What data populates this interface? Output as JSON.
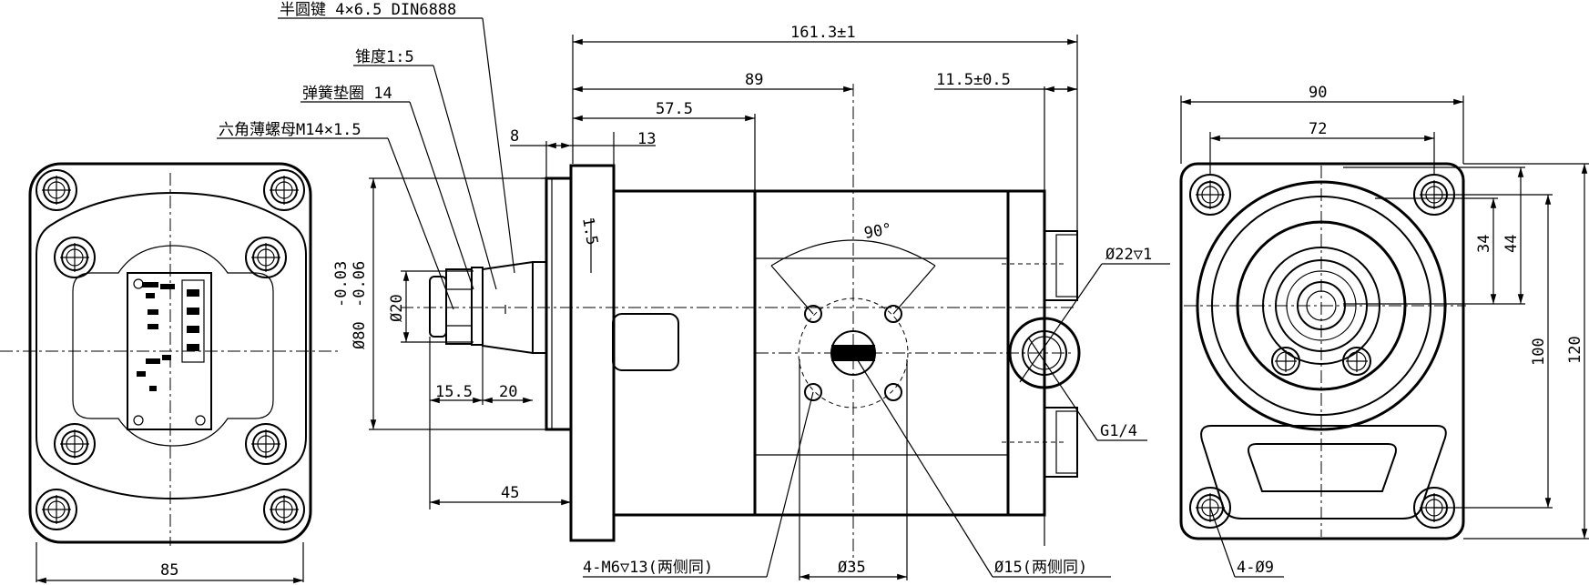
{
  "callouts": {
    "key": "半圆键 4×6.5 DIN6888",
    "taper": "锥度1:5",
    "washer": "弹簧垫圈 14",
    "nut": "六角薄螺母M14×1.5"
  },
  "side_view": {
    "overall_length": "161.3±1",
    "len_89": "89",
    "len_57_5": "57.5",
    "port_offset": "11.5±0.5",
    "len_8": "8",
    "len_13": "13",
    "chamfer": "1.5",
    "angle": "90°",
    "tolerance_upper": "-0.03",
    "tolerance_lower": "-0.06",
    "pilot_dia": "Ø80",
    "shaft_dia": "Ø20",
    "len_15_5": "15.5",
    "len_20": "20",
    "len_45": "45",
    "tapped_holes": "4-M6▽13(两侧同)",
    "port_dia_35": "Ø35",
    "port_dia_15": "Ø15(两侧同)",
    "counterbore": "Ø22▽1",
    "gauge_port": "G1/4"
  },
  "left_view": {
    "width": "85"
  },
  "end_view": {
    "width_90": "90",
    "bolt_spacing_72": "72",
    "height_34": "34",
    "height_44": "44",
    "height_100": "100",
    "height_120": "120",
    "mount_holes": "4-Ø9"
  }
}
